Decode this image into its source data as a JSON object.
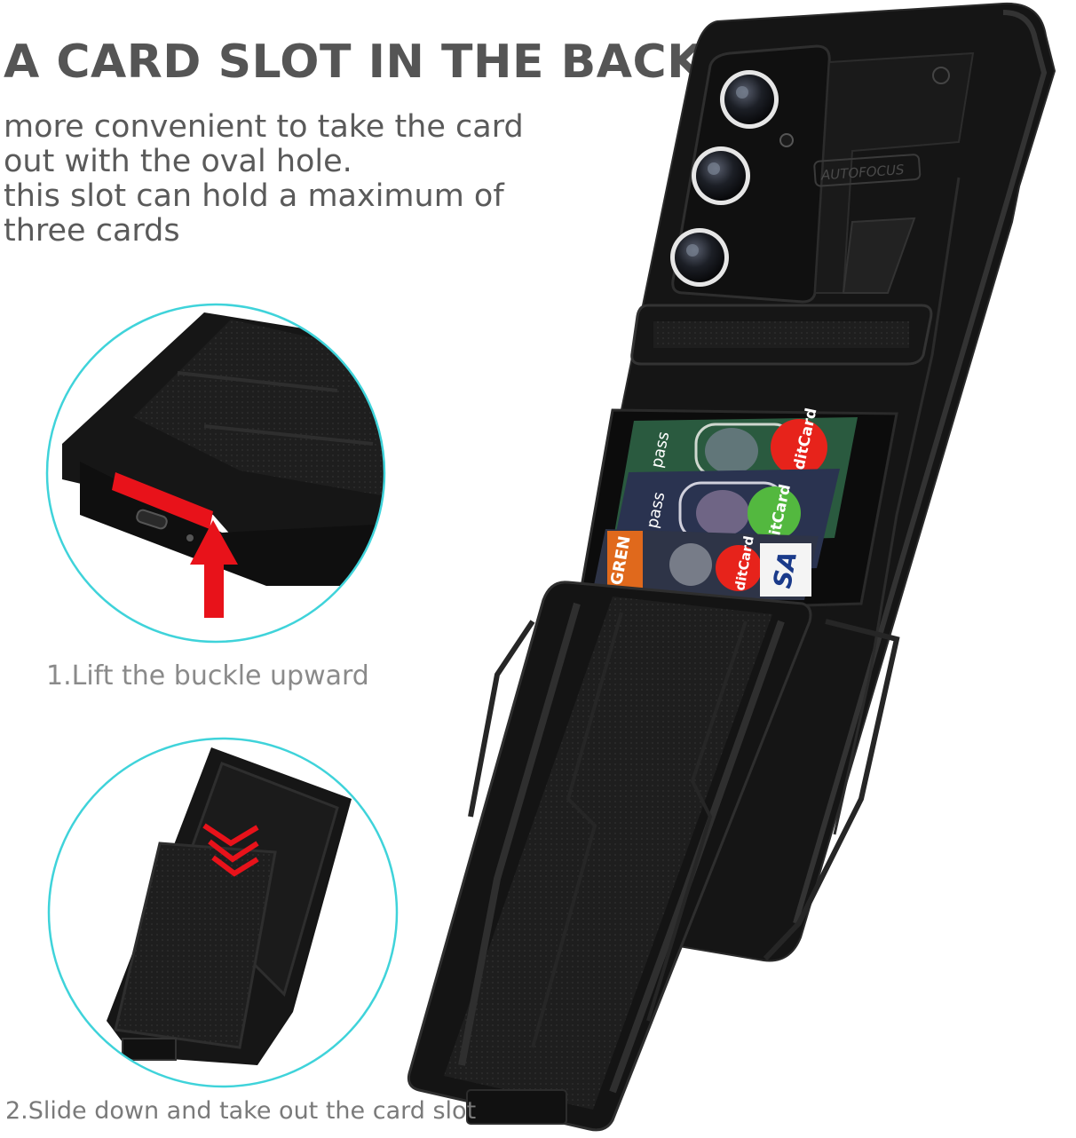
{
  "headline": "A CARD SLOT IN THE BACK",
  "description_lines": [
    "more convenient to take the card",
    "out with the oval hole.",
    "this slot can hold a maximum of",
    "three cards"
  ],
  "steps": {
    "step1": "1.Lift the buckle upward",
    "step2": "2.Slide down and take out the card slot"
  },
  "case_labels": {
    "autofocus": "AUTOFOCUS"
  },
  "card_labels": {
    "card1_left": "pass",
    "card1_brand": "ditCard",
    "card2_left": "pass",
    "card2_brand": "itCard",
    "card3_left": "GREN",
    "card3_brand": "ditCard",
    "card3_visa": "SA"
  },
  "colors": {
    "text_dark": "#555555",
    "circle_outline": "#3fd3da",
    "accent_red": "#e8121a",
    "case_black": "#1b1b1b",
    "card_green": "#2a5a3f",
    "card_navy": "#2a3350"
  },
  "icons": {
    "arrow": "red-up-arrow-icon",
    "chevron": "red-chevron-down-icon"
  }
}
